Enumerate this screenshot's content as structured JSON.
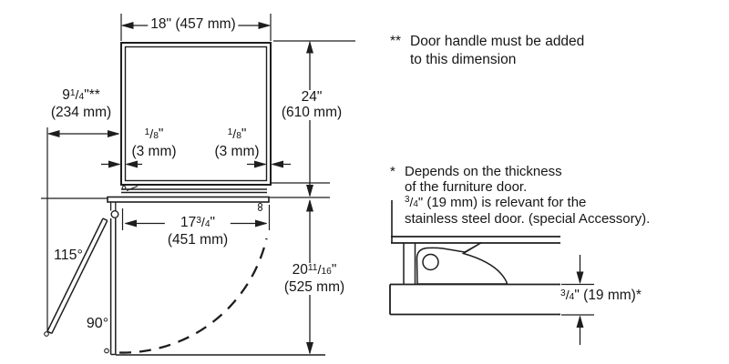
{
  "typography": {
    "frac_slash": "/"
  },
  "diagram": {
    "dim_width_top": {
      "text": "18\"",
      "metric": "(457 mm)"
    },
    "dim_depth_right": {
      "text": "24\"",
      "metric": "(610 mm)"
    },
    "dim_handle_side": {
      "whole": "9",
      "num": "1",
      "den": "4",
      "suffix": "\"**",
      "metric": "(234 mm)"
    },
    "dim_gap_left": {
      "num": "1",
      "den": "8",
      "suffix": "\"",
      "metric": "(3 mm)"
    },
    "dim_gap_right": {
      "num": "1",
      "den": "8",
      "suffix": "\"",
      "metric": "(3 mm)"
    },
    "dim_door_width": {
      "whole": "17",
      "num": "3",
      "den": "4",
      "suffix": "\"",
      "metric": "(451 mm)"
    },
    "dim_door_projection": {
      "whole": "20",
      "num": "11",
      "den": "16",
      "suffix": "\"",
      "metric": "(525 mm)"
    },
    "angle_open_max": "115°",
    "angle_open_90": "90°"
  },
  "detail": {
    "dim_panel_thickness": {
      "num": "3",
      "den": "4",
      "rest": "\" (19 mm)*"
    }
  },
  "notes": {
    "handle": {
      "marker": "**",
      "line1": "Door handle must be added",
      "line2": "to this dimension"
    },
    "thickness": {
      "marker": "*",
      "line1": "Depends on the thickness",
      "line2": "of the furniture door.",
      "line3_num": "3",
      "line3_den": "4",
      "line3_rest": "\" (19 mm) is relevant for the",
      "line4": "stainless steel door. (special Accessory)."
    }
  }
}
